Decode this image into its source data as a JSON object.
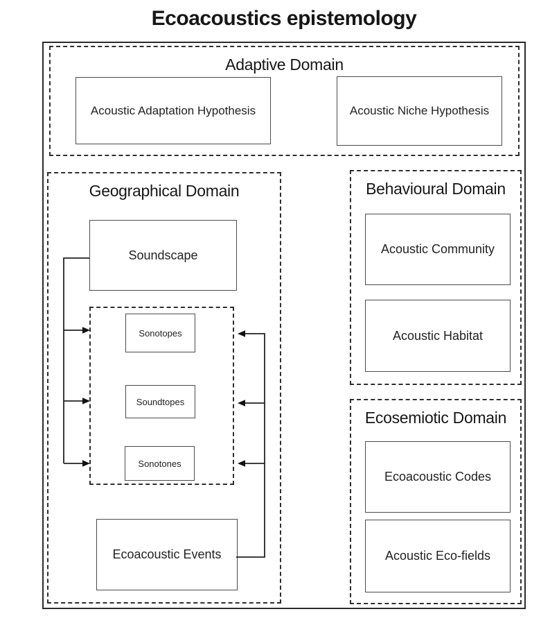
{
  "title": "Ecoacoustics epistemology",
  "domains": {
    "adaptive": {
      "label": "Adaptive Domain",
      "boxes": [
        "Acoustic Adaptation Hypothesis",
        "Acoustic Niche Hypothesis"
      ]
    },
    "geographical": {
      "label": "Geographical Domain",
      "soundscape": "Soundscape",
      "inner_boxes": [
        "Sonotopes",
        "Soundtopes",
        "Sonotones"
      ],
      "events": "Ecoacoustic Events"
    },
    "behavioural": {
      "label": "Behavioural Domain",
      "boxes": [
        "Acoustic Community",
        "Acoustic Habitat"
      ]
    },
    "ecosemiotic": {
      "label": "Ecosemiotic Domain",
      "boxes": [
        "Ecoacoustic Codes",
        "Acoustic Eco-fields"
      ]
    }
  },
  "colors": {
    "background": "#ffffff",
    "line": "#222222",
    "box_border": "#4b4b4b",
    "dashed_border": "#2e2e2e",
    "text": "#1d1d1d"
  }
}
